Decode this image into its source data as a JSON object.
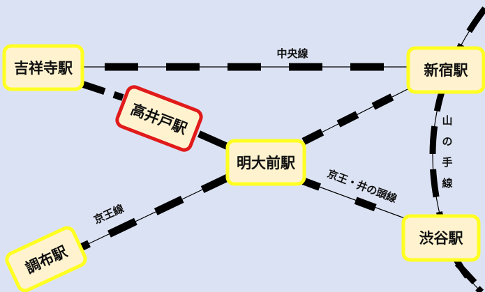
{
  "lines": {
    "chuo": {
      "label": "中央線"
    },
    "yamanote": {
      "label_chars": [
        "山",
        "の",
        "手",
        "線"
      ]
    },
    "keio": {
      "label": "京王線"
    },
    "keio_inokashira": {
      "label": "京王・井の頭線"
    }
  },
  "stations": {
    "kichijoji": "吉祥寺駅",
    "shinjuku": "新宿駅",
    "takaido": "高井戸駅",
    "meidaimae": "明大前駅",
    "chofu": "調布駅",
    "shibuya": "渋谷駅"
  },
  "colors": {
    "background": "#dbe2f3",
    "station_fill": "#fff3cf",
    "station_border": "#ffff22",
    "highlight_border": "#e11a1a",
    "line_dash": "#000000"
  }
}
